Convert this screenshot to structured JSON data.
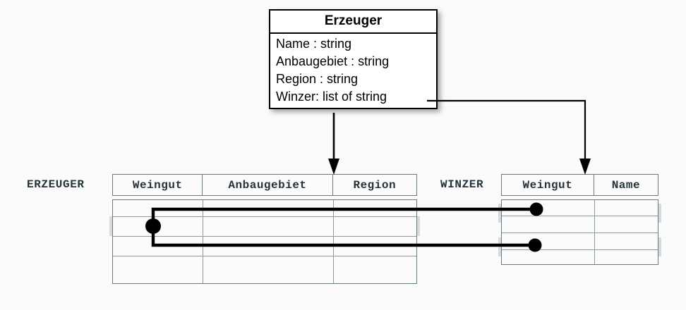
{
  "diagram": {
    "title": "Erzeuger class to relational tables mapping",
    "background_color": "#fbfbfb",
    "accent_color": "#253238",
    "shade_color": "#d8d9dd",
    "border_color": "#69797e"
  },
  "uml_class": {
    "name": "Erzeuger",
    "attributes": [
      "Name : string",
      "Anbaugebiet : string",
      "Region : string",
      "Winzer: list of string"
    ]
  },
  "tables": [
    {
      "label": "ERZEUGER",
      "columns": [
        "Weingut",
        "Anbaugebiet",
        "Region"
      ],
      "row_count": 4,
      "shaded_rows": [
        2
      ]
    },
    {
      "label": "WINZER",
      "columns": [
        "Weingut",
        "Name"
      ],
      "row_count": 4,
      "shaded_rows": [
        1,
        3
      ]
    }
  ],
  "connectors": [
    {
      "name": "erzeuger-arrow",
      "from": "Erzeuger class box bottom",
      "to": "ERZEUGER table header"
    },
    {
      "name": "winzer-arrow",
      "from": "Winzer: list of string attribute",
      "to": "WINZER table Weingut column"
    },
    {
      "name": "value-link-upper",
      "from": "ERZEUGER Weingut row 2",
      "to": "WINZER Weingut row 1"
    },
    {
      "name": "value-link-lower",
      "from": "ERZEUGER Weingut row 2",
      "to": "WINZER Weingut row 3"
    }
  ]
}
